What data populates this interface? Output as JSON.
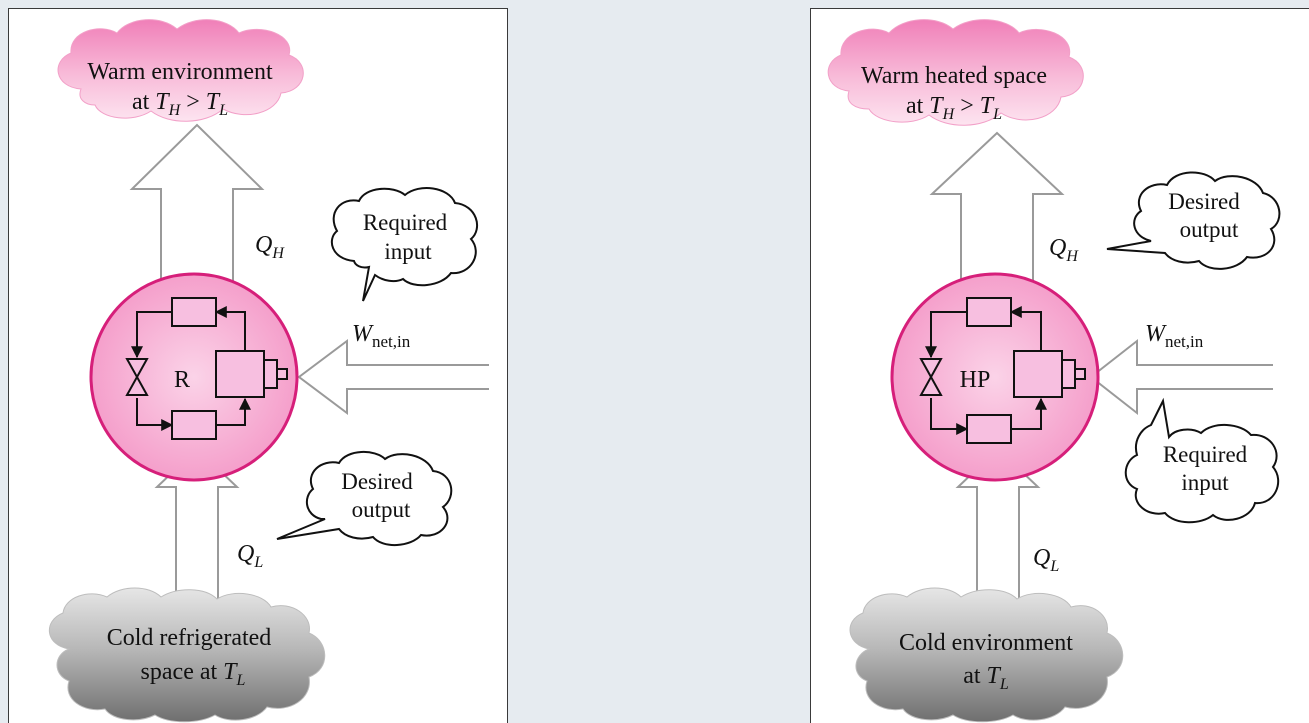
{
  "left": {
    "top_cloud": {
      "line1": "Warm environment",
      "line2_prefix": "at ",
      "th": "T",
      "th_sub": "H",
      "gt": " > ",
      "tl": "T",
      "tl_sub": "L"
    },
    "bottom_cloud": {
      "line1": "Cold refrigerated",
      "line2_prefix": "space at ",
      "tl": "T",
      "tl_sub": "L"
    },
    "device_label": "R",
    "qh": {
      "sym": "Q",
      "sub": "H"
    },
    "ql": {
      "sym": "Q",
      "sub": "L"
    },
    "w": {
      "sym": "W",
      "sub": "net,in"
    },
    "bubble_input": {
      "line1": "Required",
      "line2": "input"
    },
    "bubble_output": {
      "line1": "Desired",
      "line2": "output"
    }
  },
  "right": {
    "top_cloud": {
      "line1": "Warm heated space",
      "line2_prefix": "at ",
      "th": "T",
      "th_sub": "H",
      "gt": " > ",
      "tl": "T",
      "tl_sub": "L"
    },
    "bottom_cloud": {
      "line1": "Cold environment",
      "line2_prefix": "at ",
      "tl": "T",
      "tl_sub": "L"
    },
    "device_label": "HP",
    "qh": {
      "sym": "Q",
      "sub": "H"
    },
    "ql": {
      "sym": "Q",
      "sub": "L"
    },
    "w": {
      "sym": "W",
      "sub": "net,in"
    },
    "bubble_output": {
      "line1": "Desired",
      "line2": "output"
    },
    "bubble_input": {
      "line1": "Required",
      "line2": "input"
    }
  },
  "colors": {
    "pink_fill": "#f9c6e0",
    "pink_cloud": "#f7a8cf",
    "magenta_outline": "#d61f7a",
    "gray_cloud": "#8f8f8f",
    "component_fill": "#f7bfe0"
  }
}
